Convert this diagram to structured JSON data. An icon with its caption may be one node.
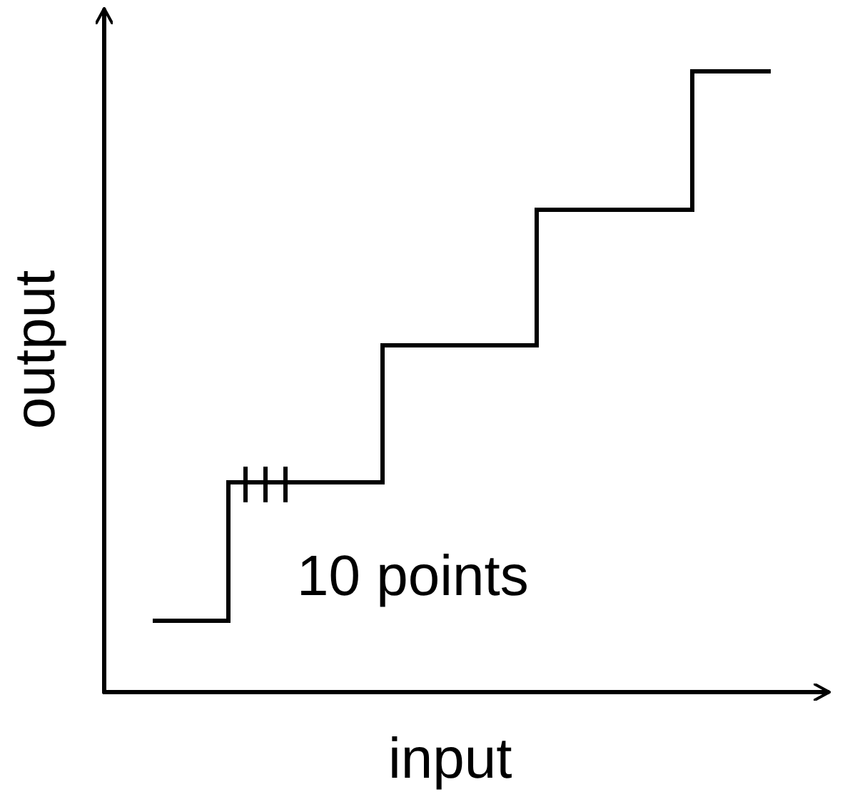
{
  "diagram": {
    "labels": [
      "output",
      "10 points",
      "input"
    ]
  }
}
